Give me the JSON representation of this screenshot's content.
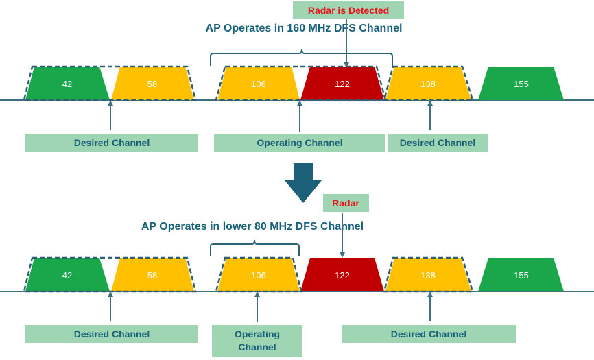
{
  "top": {
    "radar_callout": "Radar is Detected",
    "title": "AP Operates in 160 MHz DFS Channel",
    "channels": [
      {
        "name": "42",
        "status": "desired"
      },
      {
        "name": "58",
        "status": "desired"
      },
      {
        "name": "106",
        "status": "operating"
      },
      {
        "name": "122",
        "status": "radar"
      },
      {
        "name": "138",
        "status": "desired"
      },
      {
        "name": "155",
        "status": "available"
      }
    ],
    "labels": {
      "left_desired": "Desired Channel",
      "operating": "Operating Channel",
      "right_desired": "Desired Channel"
    }
  },
  "bottom": {
    "radar_callout": "Radar",
    "title": "AP Operates in lower 80 MHz DFS Channel",
    "channels": [
      {
        "name": "42",
        "status": "desired"
      },
      {
        "name": "58",
        "status": "desired"
      },
      {
        "name": "106",
        "status": "operating"
      },
      {
        "name": "122",
        "status": "radar"
      },
      {
        "name": "138",
        "status": "desired"
      },
      {
        "name": "155",
        "status": "available"
      }
    ],
    "labels": {
      "left_desired": "Desired Channel",
      "operating_line1": "Operating",
      "operating_line2": "Channel",
      "right_desired": "Desired Channel"
    }
  },
  "colors": {
    "green": "#1aa64a",
    "yellow": "#ffc000",
    "red": "#c00000",
    "label_bg": "#9fd5b3",
    "label_text": "#17607a",
    "line": "#3f6f82",
    "arrow": "#1c5f78",
    "radar_text": "#e8141b"
  }
}
